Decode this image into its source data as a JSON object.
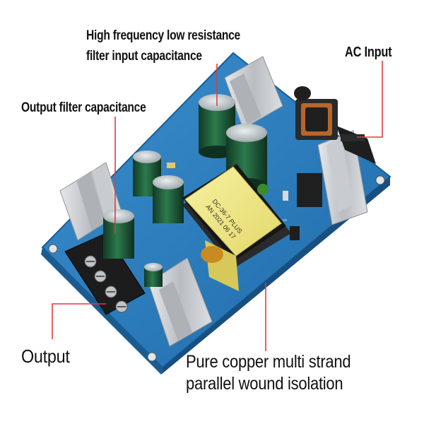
{
  "labels": {
    "hf_line1": "High frequency low resistance",
    "hf_line2": "filter input capacitance",
    "ac_input": "AC Input",
    "output_filter": "Output filter capacitance",
    "output": "Output",
    "pure_copper_line1": "Pure copper multi strand",
    "pure_copper_line2": "parallel wound isolation"
  },
  "transformer_text": {
    "line1": "DC-36-7 PLUS",
    "line2": "AN 2021 06 17"
  },
  "colors": {
    "pointer_line": "#e23b3b",
    "pcb": "#2e7fbf",
    "transformer": "#f2ea8c",
    "capacitor": "#1f5a3a",
    "heatsink": "#c9ccd1"
  }
}
